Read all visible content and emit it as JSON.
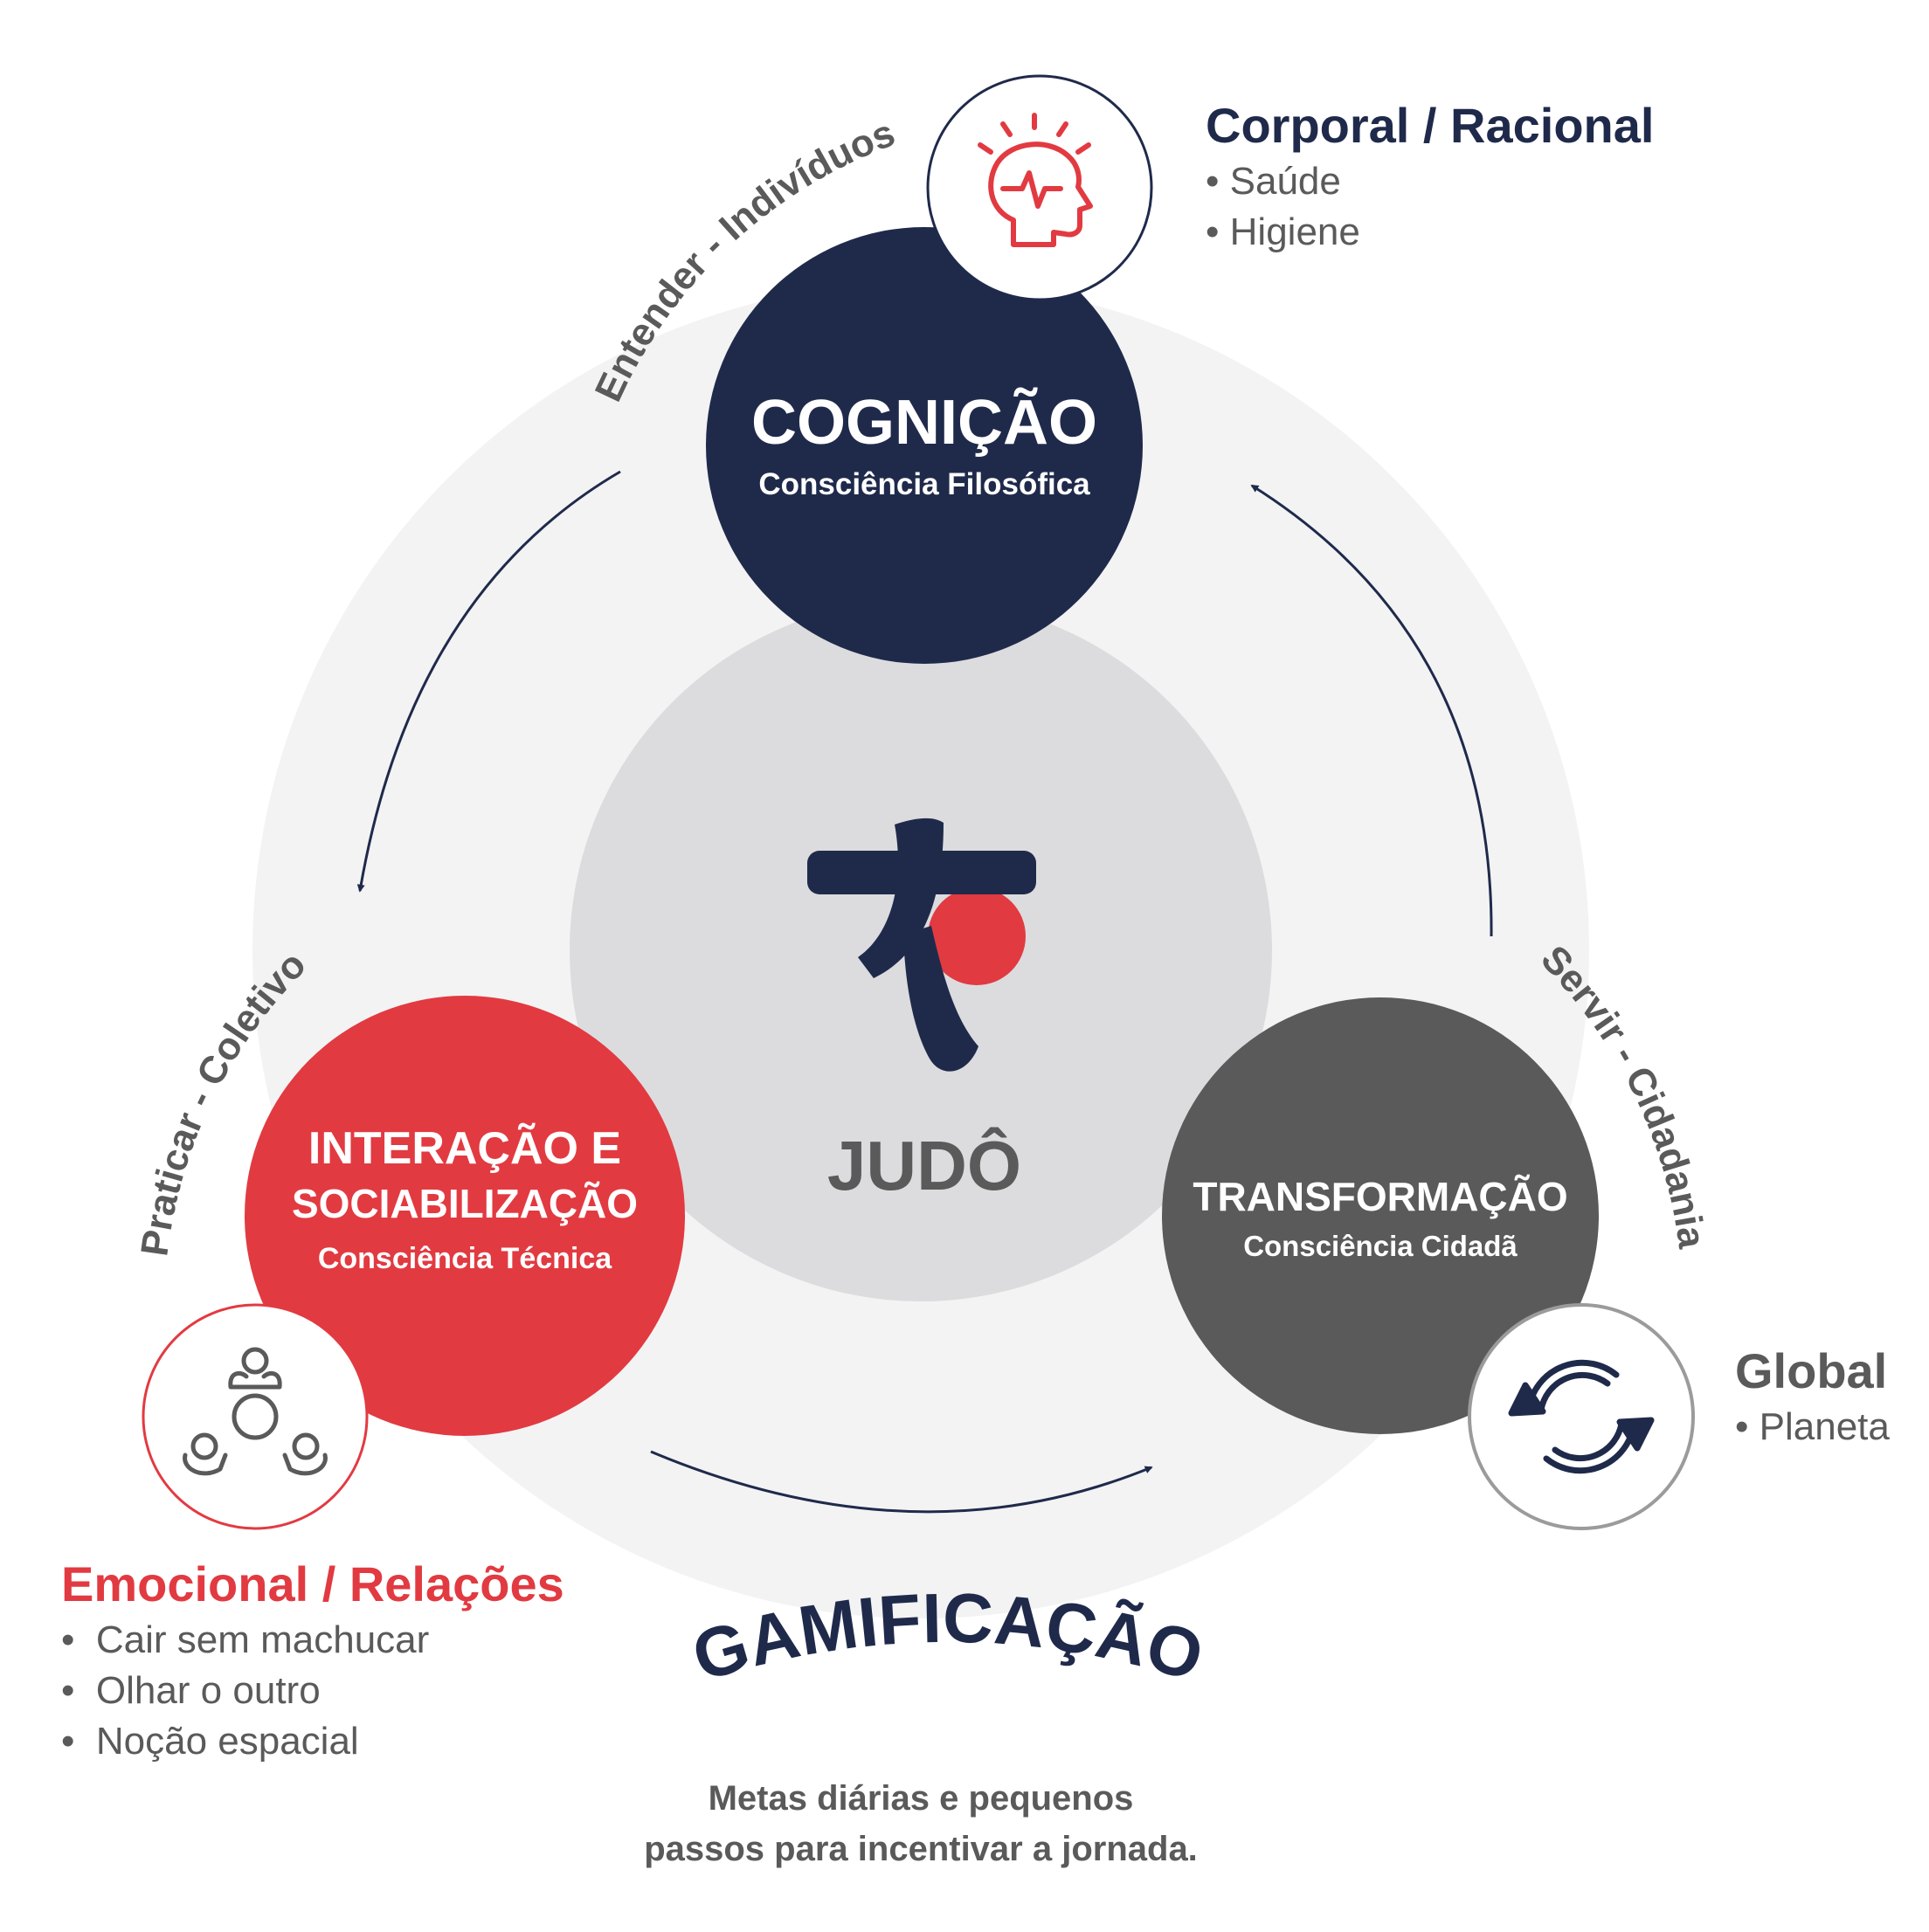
{
  "colors": {
    "navy": "#1f2a4b",
    "red": "#e23a41",
    "gray_dark": "#5a5a5a",
    "gray_label": "#5a5a5a",
    "ring_outer": "#f3f3f4",
    "ring_inner": "#dcdcde",
    "white": "#ffffff"
  },
  "center": {
    "label": "JUDÔ",
    "logo_icon": "judo-kanji-logo"
  },
  "nodes": {
    "cognicao": {
      "title": "COGNIÇÃO",
      "subtitle": "Consciência Filosófica",
      "icon": "brain-head-icon"
    },
    "interacao": {
      "title_line1": "INTERAÇÃO E",
      "title_line2": "SOCIABILIZAÇÃO",
      "subtitle": "Consciência Técnica",
      "icon": "group-people-icon"
    },
    "transformacao": {
      "title": "TRANSFORMAÇÃO",
      "subtitle": "Consciência Cidadã",
      "icon": "refresh-cycle-icon"
    }
  },
  "arc_labels": {
    "top_left": "Entender - Indivíduos",
    "left": "Praticar - Coletivo",
    "right": "Servir - Cidadania"
  },
  "blocks": {
    "corporal": {
      "title": "Corporal / Racional",
      "items": [
        "Saúde",
        "Higiene"
      ]
    },
    "emocional": {
      "title": "Emocional / Relações",
      "items": [
        "Cair sem machucar",
        "Olhar o outro",
        "Noção espacial"
      ]
    },
    "global": {
      "title": "Global",
      "items": [
        "Planeta"
      ]
    }
  },
  "gamificacao": {
    "title": "GAMIFICAÇÃO",
    "desc_line1": "Metas diárias e pequenos",
    "desc_line2": "passos para incentivar a jornada."
  }
}
